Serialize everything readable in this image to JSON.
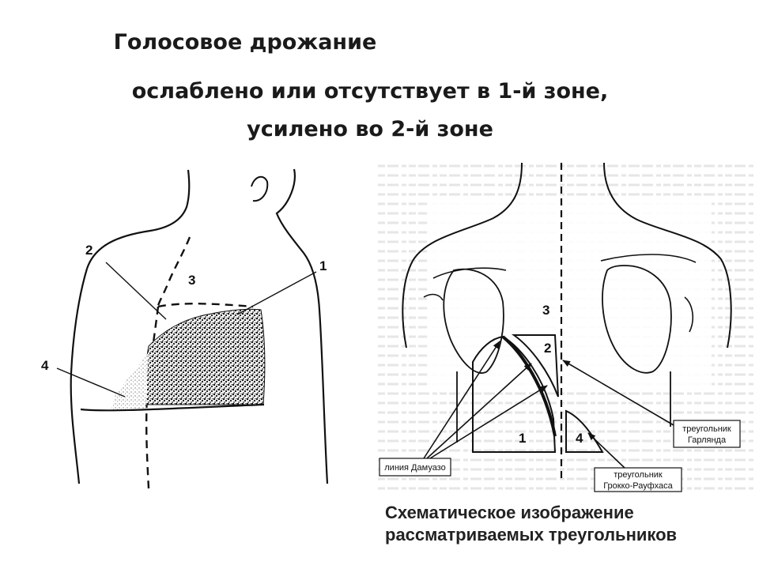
{
  "heading": {
    "line1": "Голосовое дрожание",
    "line2": "ослаблено или отсутствует в 1-й зоне,",
    "line3": "усилено во 2-й зоне"
  },
  "left_figure": {
    "labels": {
      "zone1": "1",
      "zone2": "2",
      "zone3": "3",
      "zone4": "4"
    }
  },
  "right_figure": {
    "labels": {
      "zone1": "1",
      "zone2": "2",
      "zone3": "3",
      "zone4": "4"
    },
    "box_damoiseau": "линия Дамуазо",
    "box_garland_1": "треугольник",
    "box_garland_2": "Гарлянда",
    "box_grocco_1": "треугольник",
    "box_grocco_2": "Грокко-Рауфхаса"
  },
  "caption": {
    "line1": "Схематическое изображение",
    "line2": "рассматриваемых треугольников"
  }
}
